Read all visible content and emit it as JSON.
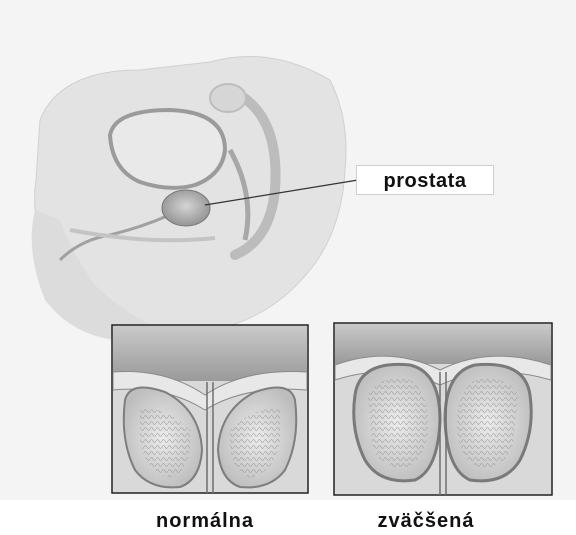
{
  "labels": {
    "prostata": "prostata",
    "normal": "normálna",
    "enlarged": "zväčšená"
  },
  "colors": {
    "background": "#f3f3f3",
    "tissue_light": "#e0e0e0",
    "tissue_mid": "#cfcfcf",
    "tissue_dark": "#8f8f8f",
    "prostate": "#a9a9a9",
    "label_bg": "#ffffff",
    "label_text": "#111111"
  }
}
